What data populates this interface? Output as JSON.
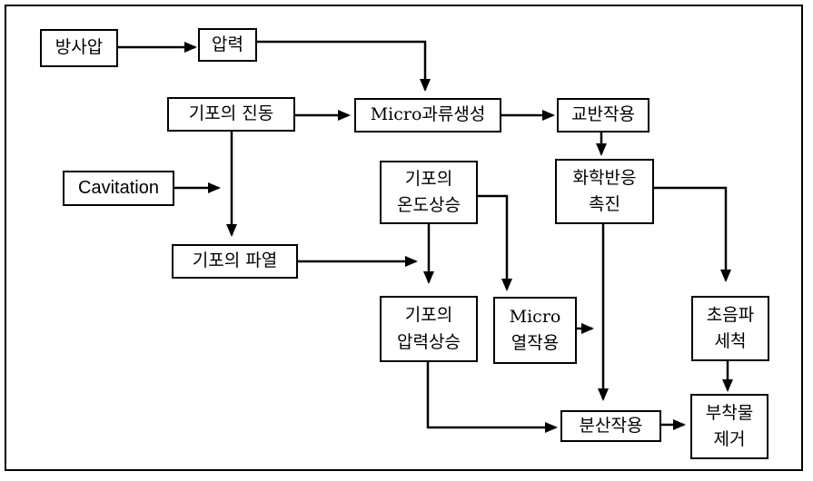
{
  "nodes": {
    "radiation_pressure": "방사압",
    "pressure": "압력",
    "bubble_vibration": "기포의 진동",
    "micro_flow": "Micro과류생성",
    "stirring": "교반작용",
    "cavitation": "Cavitation",
    "bubble_temp_rise": [
      "기포의",
      "온도상승"
    ],
    "chem_reaction": [
      "화학반응",
      "촉진"
    ],
    "bubble_burst": "기포의 파열",
    "bubble_pressure_rise": [
      "기포의",
      "압력상승"
    ],
    "micro_heat": [
      "Micro",
      "열작용"
    ],
    "ultrasonic_cleaning": [
      "초음파",
      "세척"
    ],
    "dispersion": "분산작용",
    "deposit_removal": [
      "부착물",
      "제거"
    ]
  },
  "edges": [
    [
      "방사압",
      "압력"
    ],
    [
      "압력",
      "Micro과류생성"
    ],
    [
      "기포의 진동",
      "Micro과류생성"
    ],
    [
      "Micro과류생성",
      "교반작용"
    ],
    [
      "교반작용",
      "화학반응 촉진"
    ],
    [
      "Cavitation",
      "기포의 파열"
    ],
    [
      "기포의 진동",
      "기포의 파열"
    ],
    [
      "기포의 파열",
      "기포의 압력상승"
    ],
    [
      "기포의 온도상승",
      "기포의 압력상승"
    ],
    [
      "기포의 온도상승",
      "Micro 열작용"
    ],
    [
      "Micro 열작용",
      "분산작용"
    ],
    [
      "화학반응 촉진",
      "분산작용"
    ],
    [
      "화학반응 촉진",
      "초음파 세척"
    ],
    [
      "기포의 압력상승",
      "분산작용"
    ],
    [
      "분산작용",
      "부착물 제거"
    ],
    [
      "초음파 세척",
      "부착물 제거"
    ]
  ]
}
